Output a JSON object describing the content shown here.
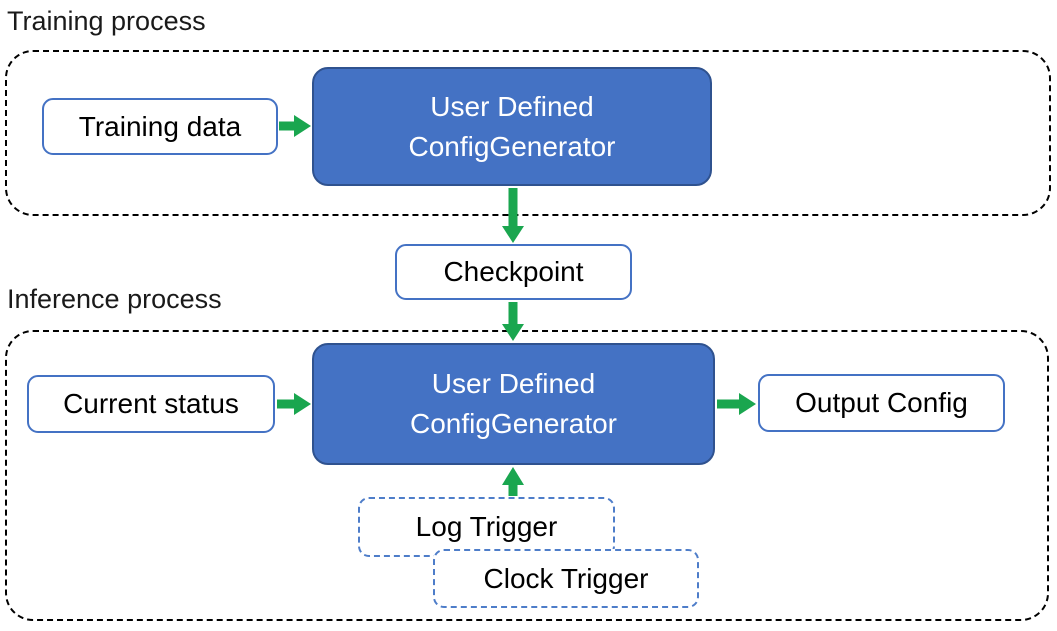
{
  "labels": {
    "training_process": "Training process",
    "inference_process": "Inference process",
    "training_data": "Training data",
    "user_defined_line1": "User Defined",
    "user_defined_line2": "ConfigGenerator",
    "checkpoint": "Checkpoint",
    "current_status": "Current status",
    "output_config": "Output Config",
    "log_trigger": "Log Trigger",
    "clock_trigger": "Clock Trigger"
  },
  "colors": {
    "box_fill_blue": "#4472C4",
    "box_border_dark": "#2F528F",
    "box_border_light": "#4472C4",
    "trigger_border": "#4E7DC9",
    "arrow_green": "#1AA64F",
    "outline_black": "#000000"
  }
}
